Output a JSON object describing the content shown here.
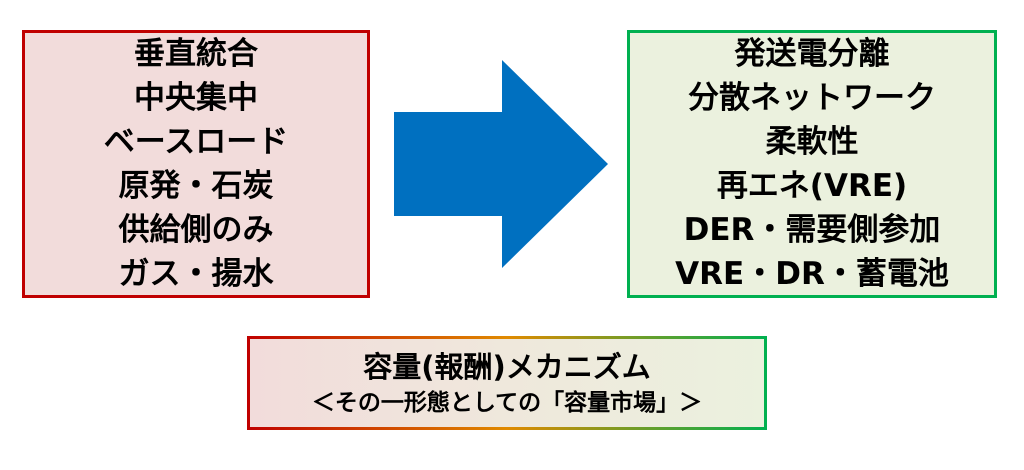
{
  "left_box": {
    "lines": [
      "垂直統合",
      "中央集中",
      "ベースロード",
      "原発・石炭",
      "供給側のみ",
      "ガス・揚水"
    ],
    "border_color": "#c00000",
    "fill_color": "#f2dcdb"
  },
  "arrow": {
    "icon": "right-arrow-icon",
    "color": "#0070c0"
  },
  "right_box": {
    "lines": [
      "発送電分離",
      "分散ネットワーク",
      "柔軟性",
      "再エネ(VRE)",
      "DER・需要側参加",
      "VRE・DR・蓄電池"
    ],
    "border_color": "#00b050",
    "fill_color": "#ebf1de"
  },
  "bottom_box": {
    "title": "容量(報酬)メカニズム",
    "subtitle": "＜その一形態としての「容量市場」＞"
  }
}
